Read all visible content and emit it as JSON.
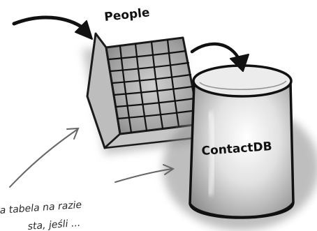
{
  "labels": {
    "table_name": "People",
    "database_name": "ContactDB"
  },
  "annotation": {
    "line1": "a tabela na razie",
    "line2": "sta, jeśli ..."
  },
  "colors": {
    "ink": "#111111",
    "shade": "#9a9a9a",
    "light_shade": "#d6d6d6",
    "pencil": "#555555"
  }
}
